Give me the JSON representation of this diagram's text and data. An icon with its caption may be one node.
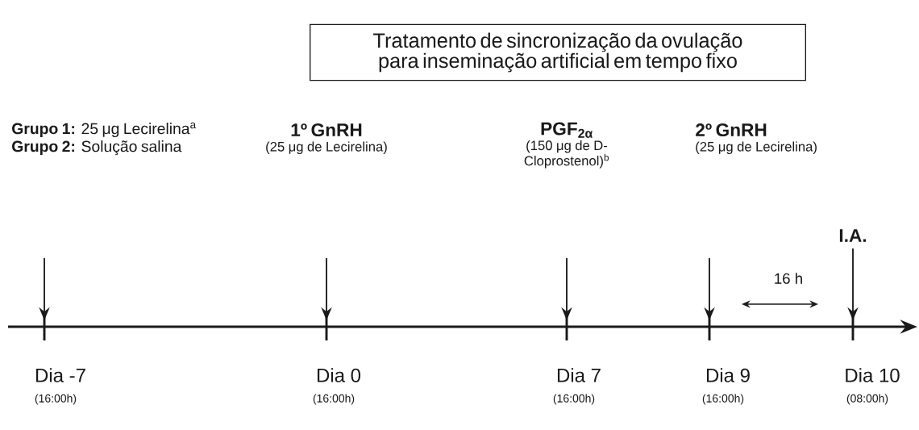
{
  "diagram": {
    "nodes": [
      {
        "text": [
          "Tratamento de sincronização da ovulação para inseminação artificial em tempo fixo"
        ]
      },
      {
        "text": [
          "**Grupo 1:** 25 μg Lecirelina$^{a}$",
          "**Grupo 2:** Solução salina"
        ]
      },
      {
        "text": [
          "1º GnRH",
          "(25 μg de Lecirelina)"
        ]
      },
      {
        "text": [
          "PGF$_{2α}$",
          "(150 μg de D-Cloprostenol)$^{b}$"
        ]
      },
      {
        "text": [
          "2º GnRH",
          "(25 μg de Lecirelina)"
        ]
      },
      {
        "text": [
          "I.A."
        ]
      }
    ],
    "labels": [
      "16 h",
      "Dia -7",
      "(16:00h)",
      "Dia 0",
      "(16:00h)",
      "Dia 7",
      "(16:00h)",
      "Dia 9",
      "(16:00h)",
      "Dia 10",
      "(08:00h)"
    ]
  }
}
